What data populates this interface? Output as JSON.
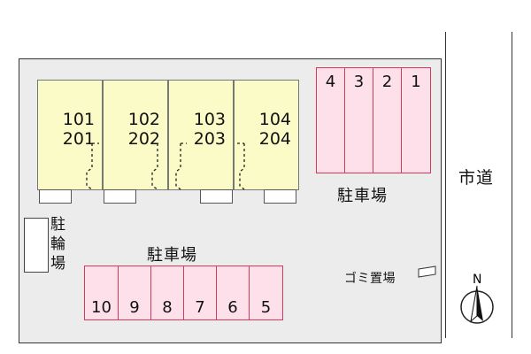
{
  "road": {
    "label": "市道"
  },
  "units": [
    {
      "upper": "101",
      "lower": "201"
    },
    {
      "upper": "102",
      "lower": "202"
    },
    {
      "upper": "103",
      "lower": "203"
    },
    {
      "upper": "104",
      "lower": "204"
    }
  ],
  "parking_top": {
    "label": "駐車場",
    "spots": [
      "4",
      "3",
      "2",
      "1"
    ]
  },
  "parking_bottom": {
    "label": "駐車場",
    "spots": [
      "10",
      "9",
      "8",
      "7",
      "6",
      "5"
    ]
  },
  "bike_parking": {
    "label": "駐輪場"
  },
  "garbage": {
    "label": "ゴミ置場"
  },
  "compass": {
    "north": "N"
  },
  "colors": {
    "building": "#fbfbc8",
    "parking_fill": "#fde0ea",
    "parking_border": "#d63a5a",
    "lot": "#ececec"
  }
}
